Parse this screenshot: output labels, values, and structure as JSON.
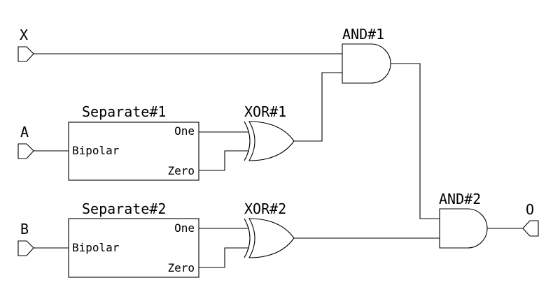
{
  "circuit": {
    "inputs": {
      "x": "X",
      "a": "A",
      "b": "B"
    },
    "output": {
      "o": "O"
    },
    "separate1": {
      "title": "Separate#1",
      "input_port": "Bipolar",
      "output_port_one": "One",
      "output_port_zero": "Zero"
    },
    "separate2": {
      "title": "Separate#2",
      "input_port": "Bipolar",
      "output_port_one": "One",
      "output_port_zero": "Zero"
    },
    "xor1": {
      "title": "XOR#1"
    },
    "xor2": {
      "title": "XOR#2"
    },
    "and1": {
      "title": "AND#1"
    },
    "and2": {
      "title": "AND#2"
    }
  }
}
